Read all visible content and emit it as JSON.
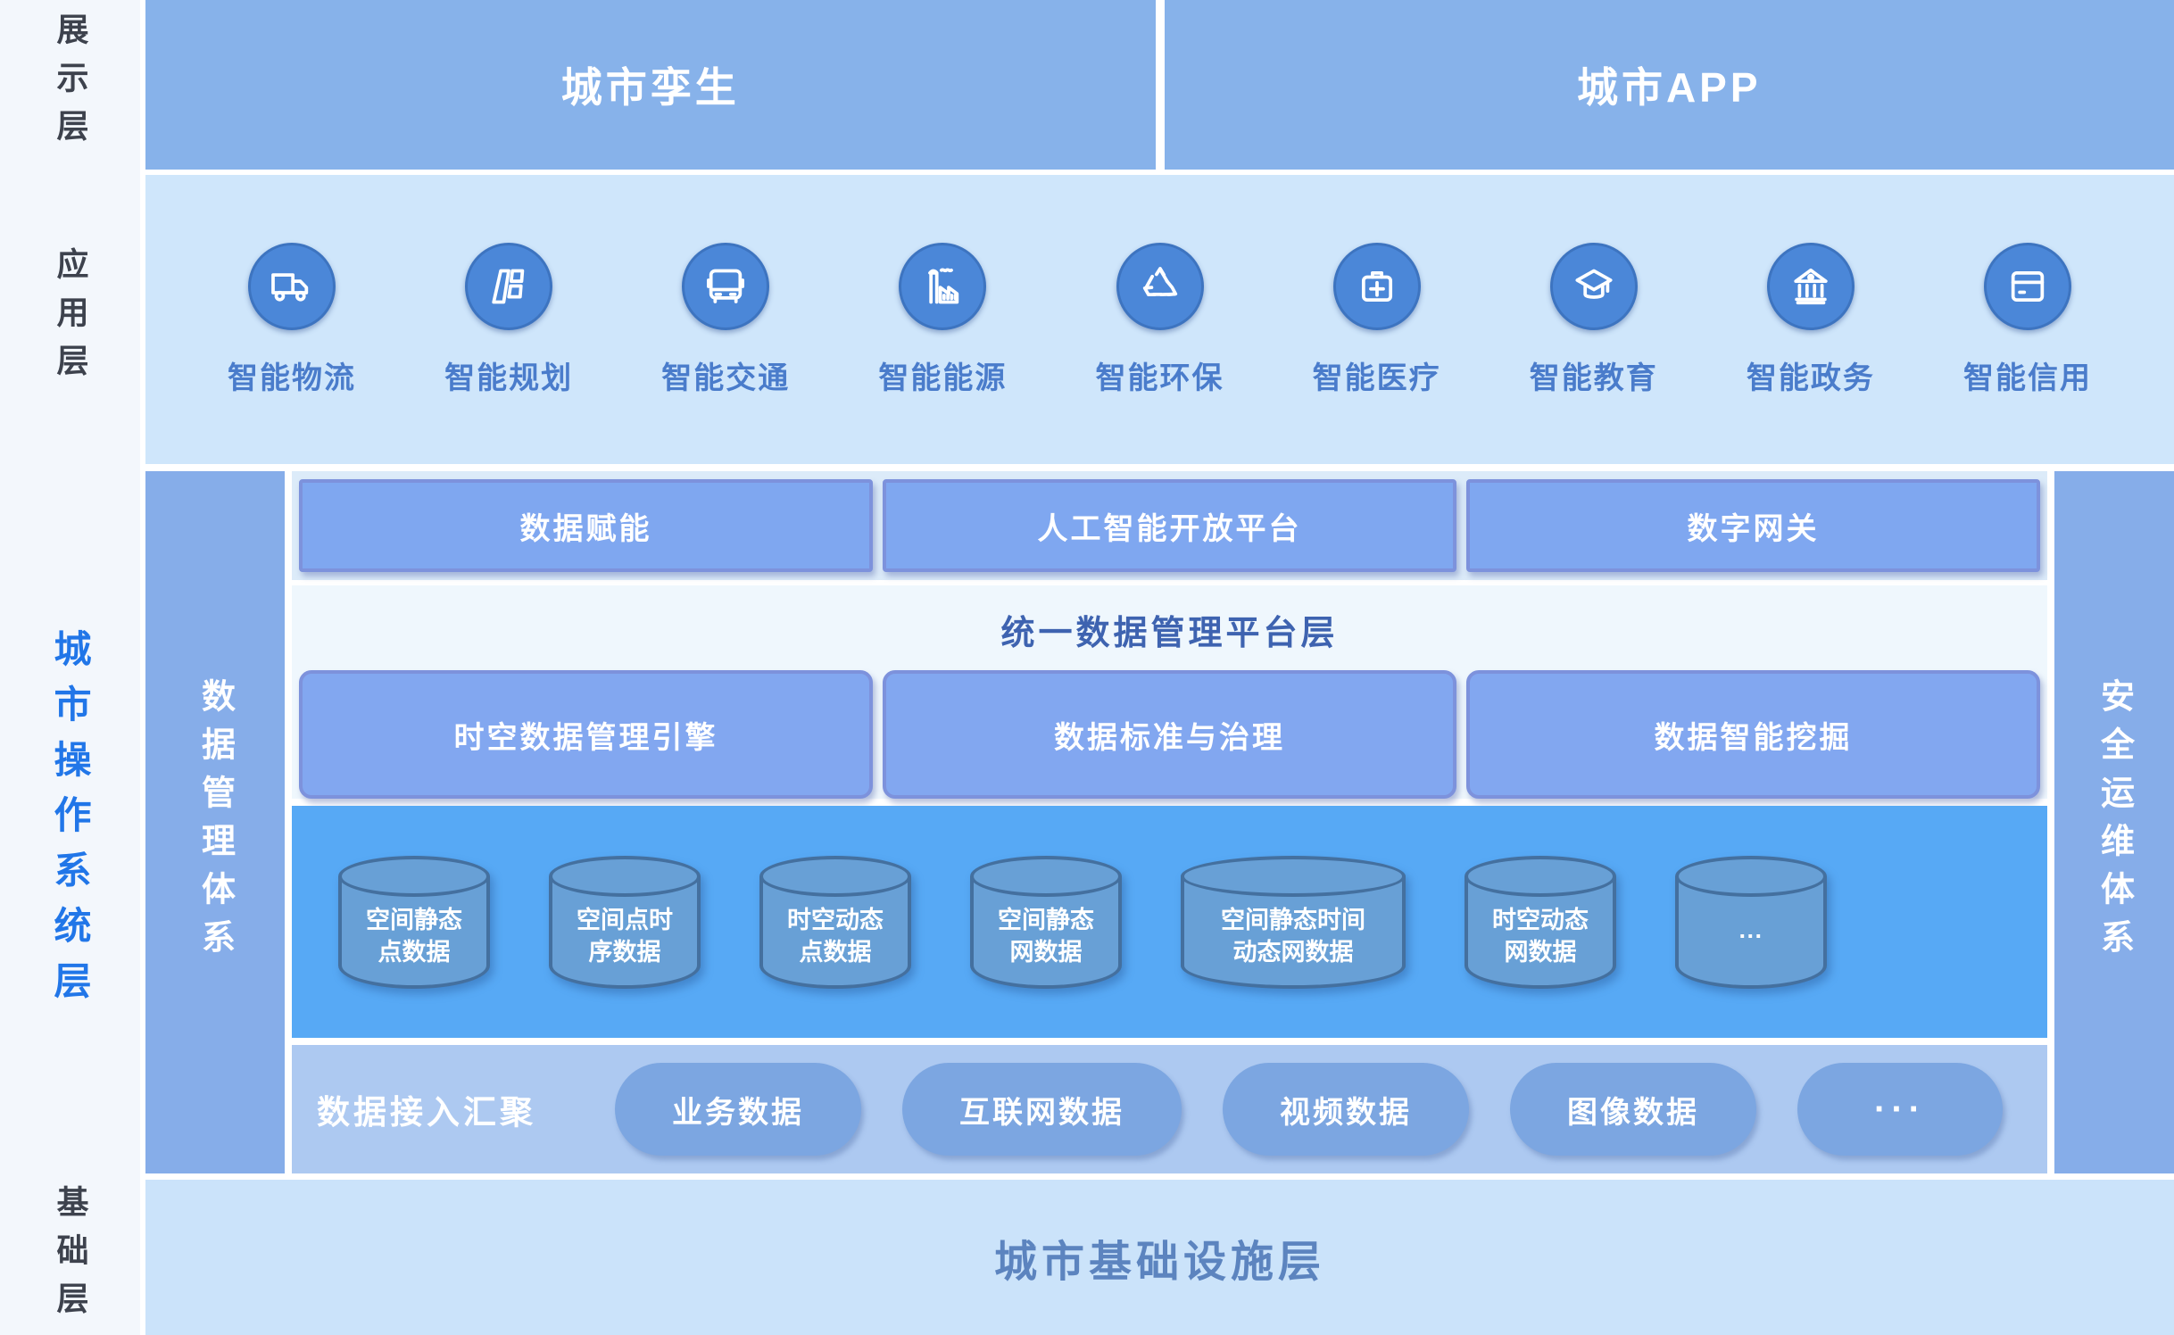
{
  "colors": {
    "banner_bg": "#87b2ea",
    "app_layer_bg": "#cfe6fb",
    "rail_bg": "#f3f7fc",
    "side_bar_bg": "#86ade9",
    "capability_zone_bg": "#dcebf9",
    "platform_zone_bg": "#eff7fd",
    "database_zone_bg": "#57a9f5",
    "access_zone_bg": "#adc9f1",
    "bottom_banner_bg": "#cbe3fa",
    "box_fill": "#7fa7f0",
    "box_border": "#7d92dc",
    "cylinder_fill": "#68a0d6",
    "cylinder_border": "#44709f",
    "pill_fill": "#7ca6e1",
    "icon_circle_fill": "#4b87d8",
    "platform_title_text": "#3e63b0",
    "os_rail_text": "#2176e8",
    "rail_text": "#3d424d",
    "app_label_text": "#4a7ccb",
    "bottom_text": "#5c84bf"
  },
  "rail": {
    "display_layer": "展示层",
    "application_layer": "应用层",
    "os_layer": "城市操作系统层",
    "base_layer": "基础层"
  },
  "banner": {
    "left": "城市孪生",
    "right": "城市APP"
  },
  "app_layer": {
    "items": [
      {
        "label": "智能物流",
        "icon": "truck-icon"
      },
      {
        "label": "智能规划",
        "icon": "planning-icon"
      },
      {
        "label": "智能交通",
        "icon": "bus-icon"
      },
      {
        "label": "智能能源",
        "icon": "factory-icon"
      },
      {
        "label": "智能环保",
        "icon": "recycle-icon"
      },
      {
        "label": "智能医疗",
        "icon": "medical-kit-icon"
      },
      {
        "label": "智能教育",
        "icon": "graduation-cap-icon"
      },
      {
        "label": "智能政务",
        "icon": "government-icon"
      },
      {
        "label": "智能信用",
        "icon": "credit-card-icon"
      }
    ]
  },
  "os_layer": {
    "data_system_bar": "数据管理体系",
    "security_bar": "安全运维体系",
    "capability_boxes": [
      "数据赋能",
      "人工智能开放平台",
      "数字网关"
    ],
    "platform_title": "统一数据管理平台层",
    "platform_boxes": [
      "时空数据管理引擎",
      "数据标准与治理",
      "数据智能挖掘"
    ],
    "databases": [
      {
        "line1": "空间静态",
        "line2": "点数据"
      },
      {
        "line1": "空间点时",
        "line2": "序数据"
      },
      {
        "line1": "时空动态",
        "line2": "点数据"
      },
      {
        "line1": "空间静态",
        "line2": "网数据"
      },
      {
        "line1": "空间静态时间",
        "line2": "动态网数据"
      },
      {
        "line1": "时空动态",
        "line2": "网数据"
      },
      {
        "line1": "···",
        "line2": ""
      }
    ],
    "access": {
      "label": "数据接入汇聚",
      "pills": [
        "业务数据",
        "互联网数据",
        "视频数据",
        "图像数据",
        "···"
      ]
    }
  },
  "bottom_banner": {
    "label": "城市基础设施层"
  }
}
